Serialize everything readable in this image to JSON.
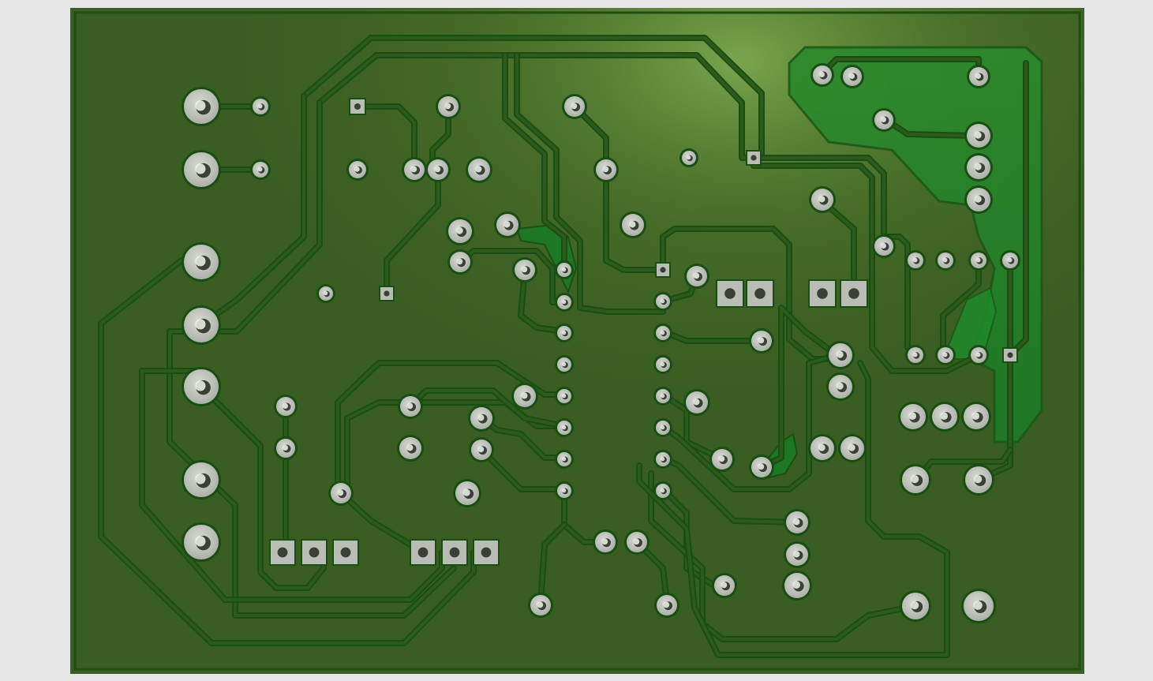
{
  "view": {
    "background": "#e6e7e6"
  },
  "board": {
    "substrate_color": "#3b5e22",
    "solder_mask_color": "#33561d",
    "highlight_color": "#8fbc5a",
    "copper_pour_color": "#1f8a2b",
    "pad_color": "#b9bdb6",
    "hole_color": "#3a3f38",
    "outline_color": "#1e4f10",
    "trace_edge_color": "#174f12",
    "trace_fill_color": "#2f5a1c"
  },
  "components": [
    {
      "name": "connector-left-mounting-holes",
      "pads": 8
    },
    {
      "name": "ic-dip-16",
      "pads": 16
    },
    {
      "name": "header-3pin-left",
      "pads": 3
    },
    {
      "name": "header-3pin-center",
      "pads": 3
    },
    {
      "name": "header-2pin-a",
      "pads": 2
    },
    {
      "name": "header-2pin-b",
      "pads": 2
    },
    {
      "name": "pot-right-upper",
      "pads": 3
    },
    {
      "name": "ic-sip-right",
      "pads": 8
    }
  ]
}
